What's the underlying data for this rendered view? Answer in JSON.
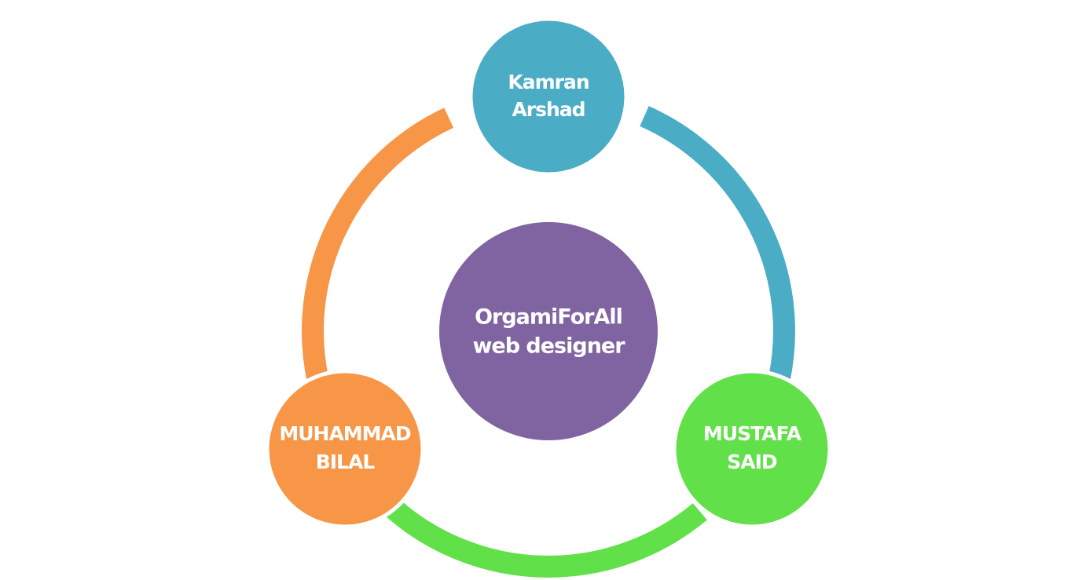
{
  "center": {
    "lines": [
      "OrgamiForAll",
      "web designer"
    ],
    "color": "#8064a2"
  },
  "nodes": [
    {
      "id": "top",
      "lines": [
        "Kamran",
        "Arshad"
      ],
      "color": "#4bacc6"
    },
    {
      "id": "right",
      "lines": [
        "MUSTAFA",
        "SAID"
      ],
      "color": "#62e04a"
    },
    {
      "id": "left",
      "lines": [
        "MUHAMMAD",
        "BILAL"
      ],
      "color": "#f79646"
    }
  ],
  "arcs": [
    {
      "from": "top",
      "to": "right",
      "color": "#4bacc6"
    },
    {
      "from": "right",
      "to": "left",
      "color": "#62e04a"
    },
    {
      "from": "left",
      "to": "top",
      "color": "#f79646"
    }
  ]
}
